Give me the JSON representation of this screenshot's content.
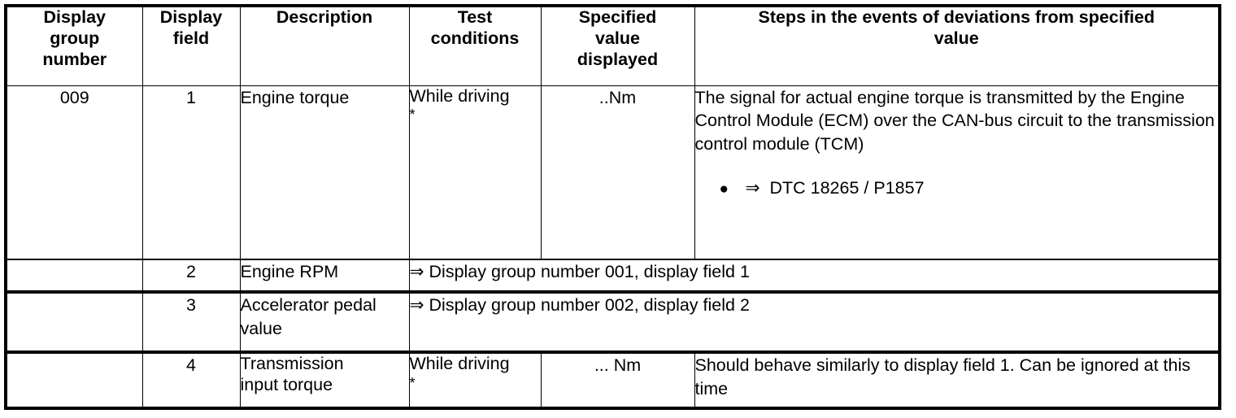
{
  "table": {
    "columns": [
      {
        "id": "display-group-number",
        "label": "Display group number"
      },
      {
        "id": "display-field",
        "label": "Display field"
      },
      {
        "id": "description",
        "label": "Description"
      },
      {
        "id": "test-conditions",
        "label": "Test conditions"
      },
      {
        "id": "specified-value-displayed",
        "label": "Specified value displayed"
      },
      {
        "id": "steps-on-deviation",
        "label": "Steps in the events of deviations from specified value"
      }
    ],
    "header_lines": {
      "col1": [
        "Display",
        "group",
        "number"
      ],
      "col2": [
        "Display",
        "field"
      ],
      "col3": [
        "Description"
      ],
      "col4": [
        "Test",
        "conditions"
      ],
      "col5": [
        "Specified",
        "value",
        "displayed"
      ],
      "col6": [
        "Steps in the events of deviations from specified",
        "value"
      ]
    },
    "rows": [
      {
        "display_group_number": "009",
        "display_field": "1",
        "description": "Engine torque",
        "test_conditions": "While driving",
        "test_conditions_note": "*",
        "specified_value": "..Nm",
        "steps_paragraph": "The signal for actual engine torque is transmitted by the Engine Control Module (ECM) over the CAN-bus circuit to the transmission control module (TCM)",
        "steps_bullet_symbol": "●",
        "steps_bullet_arrow": "⇒",
        "steps_bullet_text": "DTC 18265 / P1857"
      },
      {
        "display_group_number": "",
        "display_field": "2",
        "description": "Engine RPM",
        "merged_arrow": "⇒",
        "merged_text": "Display group number 001, display field 1"
      },
      {
        "display_group_number": "",
        "display_field": "3",
        "description": "Accelerator pedal value",
        "merged_arrow": "⇒",
        "merged_text": "Display group number 002, display field 2"
      },
      {
        "display_group_number": "",
        "display_field": "4",
        "description_line1": "Transmission",
        "description_line2": "input torque",
        "test_conditions": "While driving",
        "test_conditions_note": "*",
        "specified_value": "... Nm",
        "steps_text": "Should behave similarly to display field 1. Can be ignored at this time"
      }
    ]
  },
  "colors": {
    "ink": "#000000",
    "paper": "#ffffff"
  }
}
